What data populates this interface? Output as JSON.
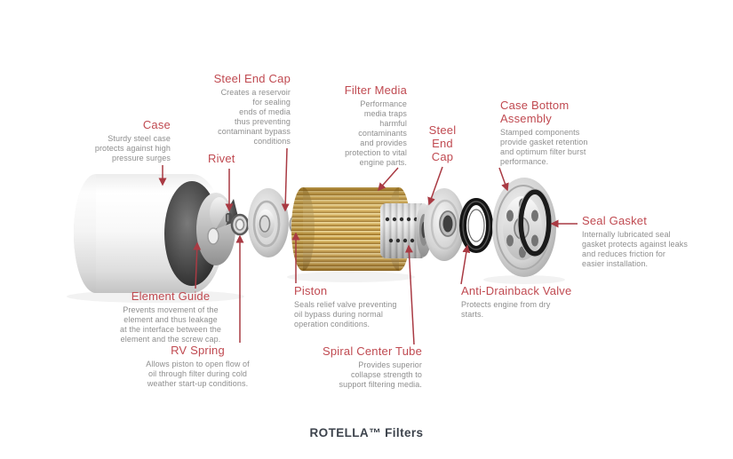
{
  "caption": "ROTELLA™ Filters",
  "colors": {
    "title_red": "#c04a51",
    "desc_gray": "#8e8e8e",
    "pointer_red": "#a93a43",
    "caption_dark": "#3d434c",
    "media_gold": "#cda44c",
    "metal_silver": "#cfcfcf",
    "rubber_black": "#1b1b1b"
  },
  "labels": {
    "case": {
      "title": "Case",
      "desc": [
        "Sturdy steel case",
        "protects against high",
        "pressure surges"
      ]
    },
    "steel_end_cap_top": {
      "title": "Steel End Cap",
      "desc": [
        "Creates a reservoir",
        "for sealing",
        "ends of media",
        "thus preventing",
        "contaminant bypass",
        "conditions"
      ]
    },
    "rivet": {
      "title": "Rivet"
    },
    "filter_media": {
      "title": "Filter Media",
      "desc": [
        "Performance",
        "media traps",
        "harmful",
        "contaminants",
        "and provides",
        "protection to vital",
        "engine parts."
      ]
    },
    "steel_end_cap_right": {
      "title": [
        "Steel",
        "End",
        "Cap"
      ]
    },
    "case_bottom_assembly": {
      "title": [
        "Case Bottom",
        "Assembly"
      ],
      "desc": [
        "Stamped components",
        "provide gasket retention",
        "and optimum filter burst",
        "performance."
      ]
    },
    "seal_gasket": {
      "title": "Seal Gasket",
      "desc": [
        "Internally lubricated seal",
        "gasket protects against leaks",
        "and reduces friction for",
        "easier installation."
      ]
    },
    "element_guide": {
      "title": "Element Guide",
      "desc": [
        "Prevents movement of the",
        "element and thus leakage",
        "at the interface between the",
        "element and the screw cap."
      ]
    },
    "rv_spring": {
      "title": "RV Spring",
      "desc": [
        "Allows piston to open flow of",
        "oil through filter during cold",
        "weather start-up conditions."
      ]
    },
    "piston": {
      "title": "Piston",
      "desc": [
        "Seals relief valve preventing",
        "oil bypass during normal",
        "operation conditions."
      ]
    },
    "spiral_center_tube": {
      "title": "Spiral Center Tube",
      "desc": [
        "Provides superior",
        "collapse strength to",
        "support filtering media."
      ]
    },
    "anti_drainback_valve": {
      "title": "Anti-Drainback Valve",
      "desc": [
        "Protects engine from dry",
        "starts."
      ]
    }
  }
}
